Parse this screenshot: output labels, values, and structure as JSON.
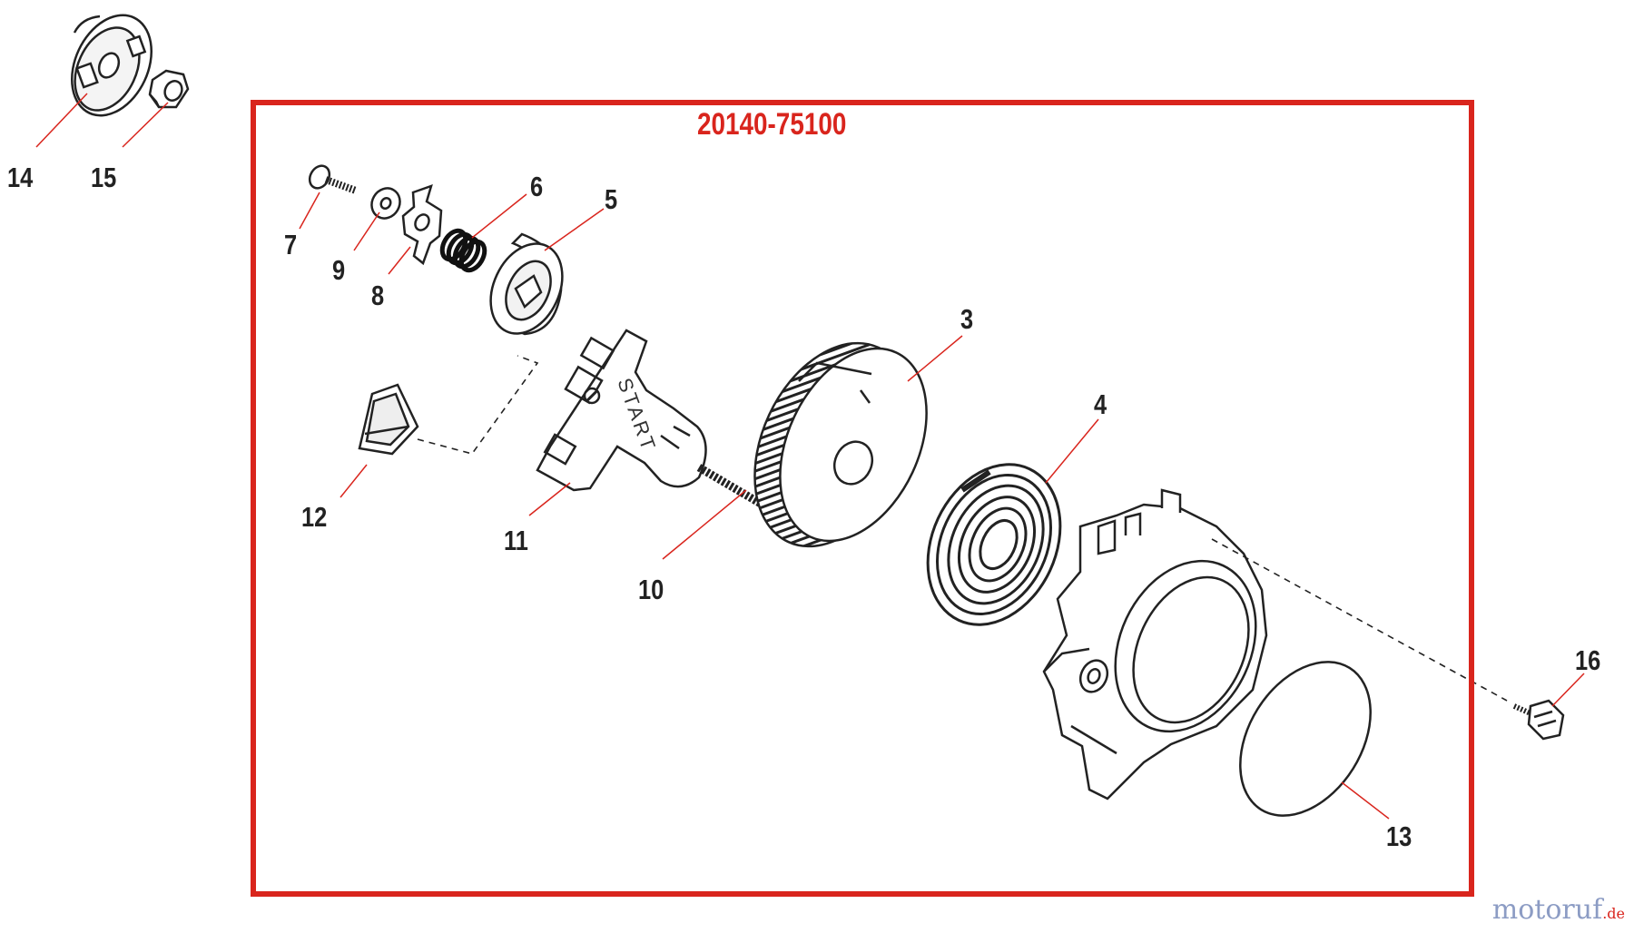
{
  "assembly_number": "20140-75100",
  "watermark": {
    "brand": "motoruf",
    "tld": ".de"
  },
  "handle_text": "START",
  "callouts": {
    "p3": "3",
    "p4": "4",
    "p5": "5",
    "p6": "6",
    "p7": "7",
    "p8": "8",
    "p9": "9",
    "p10": "10",
    "p11": "11",
    "p12": "12",
    "p13": "13",
    "p14": "14",
    "p15": "15",
    "p16": "16"
  },
  "colors": {
    "frame": "#d9251d",
    "leader": "#d9251d",
    "line": "#222222",
    "watermark": "#8c9cc4"
  }
}
